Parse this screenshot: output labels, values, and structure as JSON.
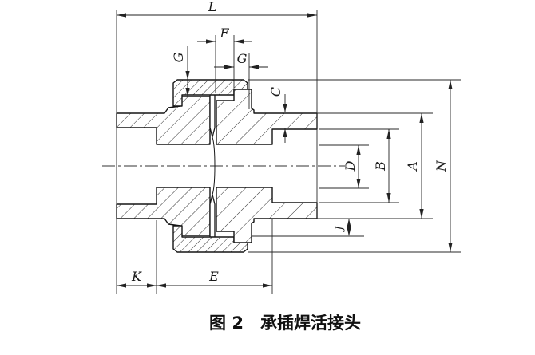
{
  "figure": {
    "caption": "图 2　承插焊活接头",
    "caption_figure_no": "图 2",
    "caption_title": "承插焊活接头"
  },
  "dimension_labels": {
    "L": "L",
    "F": "F",
    "G_left": "G",
    "G_right": "G",
    "C": "C",
    "D": "D",
    "B": "B",
    "A": "A",
    "N": "N",
    "J": "J",
    "K": "K",
    "E": "E"
  }
}
